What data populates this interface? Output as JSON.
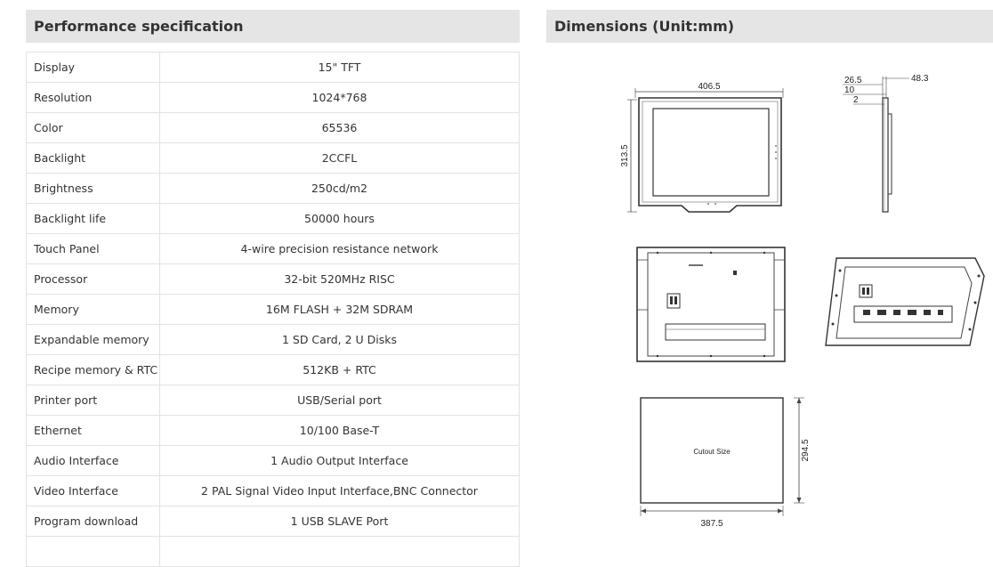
{
  "performance": {
    "heading": "Performance specification",
    "rows": [
      {
        "label": "Display",
        "value": "15\" TFT"
      },
      {
        "label": "Resolution",
        "value": "1024*768"
      },
      {
        "label": "Color",
        "value": "65536"
      },
      {
        "label": "Backlight",
        "value": "2CCFL"
      },
      {
        "label": "Brightness",
        "value": "250cd/m2"
      },
      {
        "label": "Backlight life",
        "value": "50000 hours"
      },
      {
        "label": "Touch Panel",
        "value": "4-wire precision resistance network"
      },
      {
        "label": "Processor",
        "value": "32-bit 520MHz RISC"
      },
      {
        "label": "Memory",
        "value": "16M FLASH + 32M SDRAM"
      },
      {
        "label": "Expandable memory",
        "value": "1 SD Card, 2 U Disks"
      },
      {
        "label": "Recipe memory & RTC",
        "value": "512KB + RTC"
      },
      {
        "label": "Printer port",
        "value": "USB/Serial port"
      },
      {
        "label": "Ethernet",
        "value": "10/100 Base-T"
      },
      {
        "label": "Audio Interface",
        "value": "1 Audio Output Interface"
      },
      {
        "label": "Video Interface",
        "value": "2 PAL Signal Video Input Interface,BNC Connector"
      },
      {
        "label": "Program download",
        "value": "1 USB SLAVE Port"
      },
      {
        "label": "",
        "value": ""
      }
    ]
  },
  "dimensions": {
    "heading": "Dimensions (Unit:mm)",
    "front_width": "406.5",
    "front_height": "313.5",
    "side_depth_total": "48.3",
    "side_dim_a": "26.5",
    "side_dim_b": "10",
    "side_dim_c": "2",
    "cutout_label": "Cutout  Size",
    "cutout_width": "387.5",
    "cutout_height": "294.5"
  }
}
